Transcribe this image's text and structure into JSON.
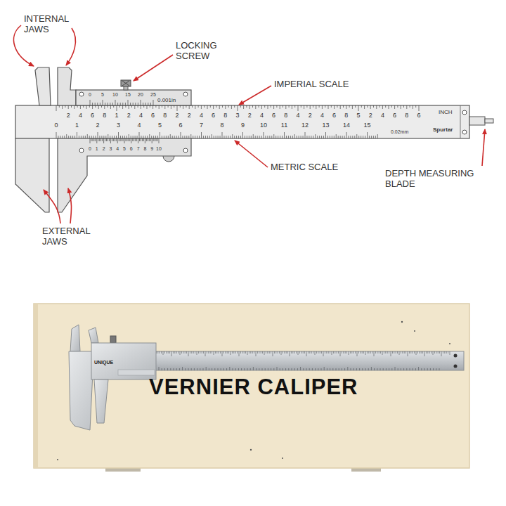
{
  "diagram": {
    "labels": [
      "INTERNAL JAWS",
      "LOCKING SCREW",
      "IMPERIAL SCALE",
      "METRIC SCALE",
      "DEPTH MEASURING BLADE",
      "EXTERNAL JAWS",
      "0.001in",
      "0",
      "5",
      "10",
      "15",
      "20",
      "25",
      "0",
      "1",
      "2",
      "3",
      "4",
      "5",
      "6",
      "7",
      "8",
      "9",
      "10",
      "2",
      "4",
      "6",
      "8",
      "1",
      "2",
      "4",
      "6",
      "8",
      "2",
      "2",
      "4",
      "6",
      "8",
      "3",
      "2",
      "4",
      "6",
      "8",
      "4",
      "2",
      "4",
      "6",
      "8",
      "5",
      "2",
      "4",
      "6",
      "8",
      "6",
      "0",
      "1",
      "2",
      "3",
      "4",
      "5",
      "6",
      "7",
      "8",
      "9",
      "10",
      "11",
      "12",
      "13",
      "14",
      "15",
      "INCH",
      "Spurtar",
      "0.02mm",
      "UNIQUE",
      "VERNIER CALIPER"
    ]
  }
}
